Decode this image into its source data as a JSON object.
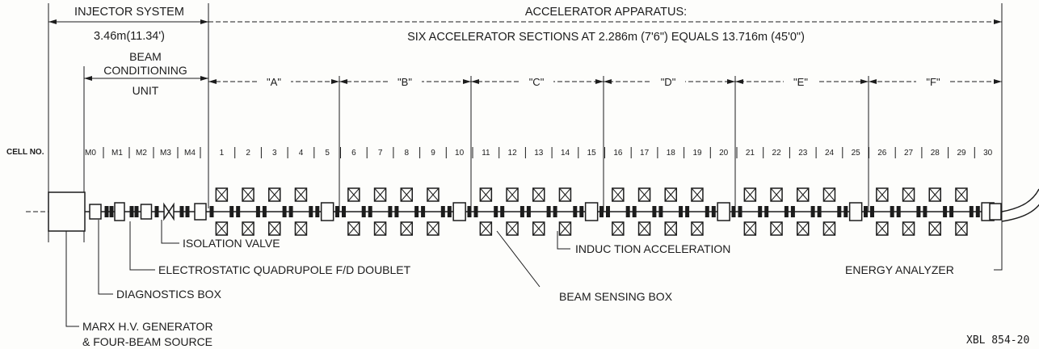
{
  "title": {
    "injector_system": "INJECTOR SYSTEM",
    "injector_length": "3.46m(11.34')",
    "accelerator_apparatus": "ACCELERATOR APPARATUS:",
    "accelerator_sections": "SIX ACCELERATOR SECTIONS AT 2.286m (7'6\") EQUALS 13.716m (45'0\")"
  },
  "beam_conditioning": {
    "line1": "BEAM",
    "line2": "CONDITIONING",
    "line3": "UNIT"
  },
  "sections": [
    "\"A\"",
    "\"B\"",
    "\"C\"",
    "\"D\"",
    "\"E\"",
    "\"F\""
  ],
  "cell_header": "CELL NO.",
  "matching_cells": [
    "M0",
    "M1",
    "M2",
    "M3",
    "M4"
  ],
  "accel_cells": [
    "1",
    "2",
    "3",
    "4",
    "5",
    "6",
    "7",
    "8",
    "9",
    "10",
    "11",
    "12",
    "13",
    "14",
    "15",
    "16",
    "17",
    "18",
    "19",
    "20",
    "21",
    "22",
    "23",
    "24",
    "25",
    "26",
    "27",
    "28",
    "29",
    "30"
  ],
  "callouts": {
    "isolation_valve": "ISOLATION VALVE",
    "quad_doublet": "ELECTROSTATIC QUADRUPOLE F/D DOUBLET",
    "diagnostics_box": "DIAGNOSTICS BOX",
    "marx_line1": "MARX H.V. GENERATOR",
    "marx_line2": "& FOUR-BEAM SOURCE",
    "induction": "INDUC TION ACCELERATION",
    "beam_sensing": "BEAM SENSING BOX",
    "energy_analyzer": "ENERGY ANALYZER"
  },
  "ref_code": "XBL 854-20"
}
